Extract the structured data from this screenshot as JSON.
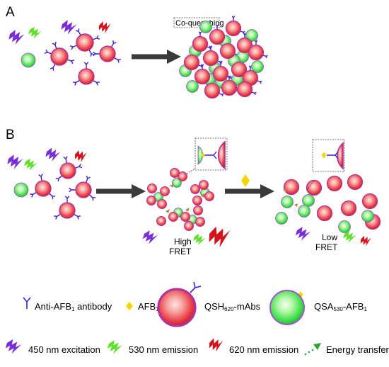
{
  "panels": {
    "a": {
      "letter": "A",
      "box_label": "Co-quenching"
    },
    "b": {
      "letter": "B",
      "high_line1": "High",
      "high_line2": "FRET",
      "low_line1": "Low",
      "low_line2": "FRET"
    }
  },
  "legend": {
    "antibody": {
      "text": "Anti-AFB",
      "sub": "1",
      "suffix": " antibody"
    },
    "afb": {
      "text": "AFB",
      "sub": "1"
    },
    "qsh": {
      "text": "QSH",
      "sub": "620",
      "suffix": "-mAbs"
    },
    "qsa": {
      "text": "QSA",
      "sub": "530",
      "suffix": "-AFB",
      "sub2": "1"
    },
    "excitation": "450 nm excitation",
    "em530": "530 nm emission",
    "em620": "620 nm emission",
    "energy": "Energy transfer"
  },
  "colors": {
    "red_qd": "#e83a44",
    "green_qd": "#3ee24a",
    "antibody": "#3b1fd1",
    "afb": "#f0d800",
    "excitation": "#7a2fd6",
    "emission_green": "#5fe02a",
    "emission_red": "#d4141c",
    "arrow": "#3a3a3a"
  },
  "icons": {
    "antibody": "y-shaped-antibody-icon",
    "afb": "diamond-afb-icon",
    "excitation": "lightning-purple-icon",
    "em530": "lightning-green-icon",
    "em620": "lightning-red-icon",
    "energy": "dotted-arrow-icon"
  }
}
